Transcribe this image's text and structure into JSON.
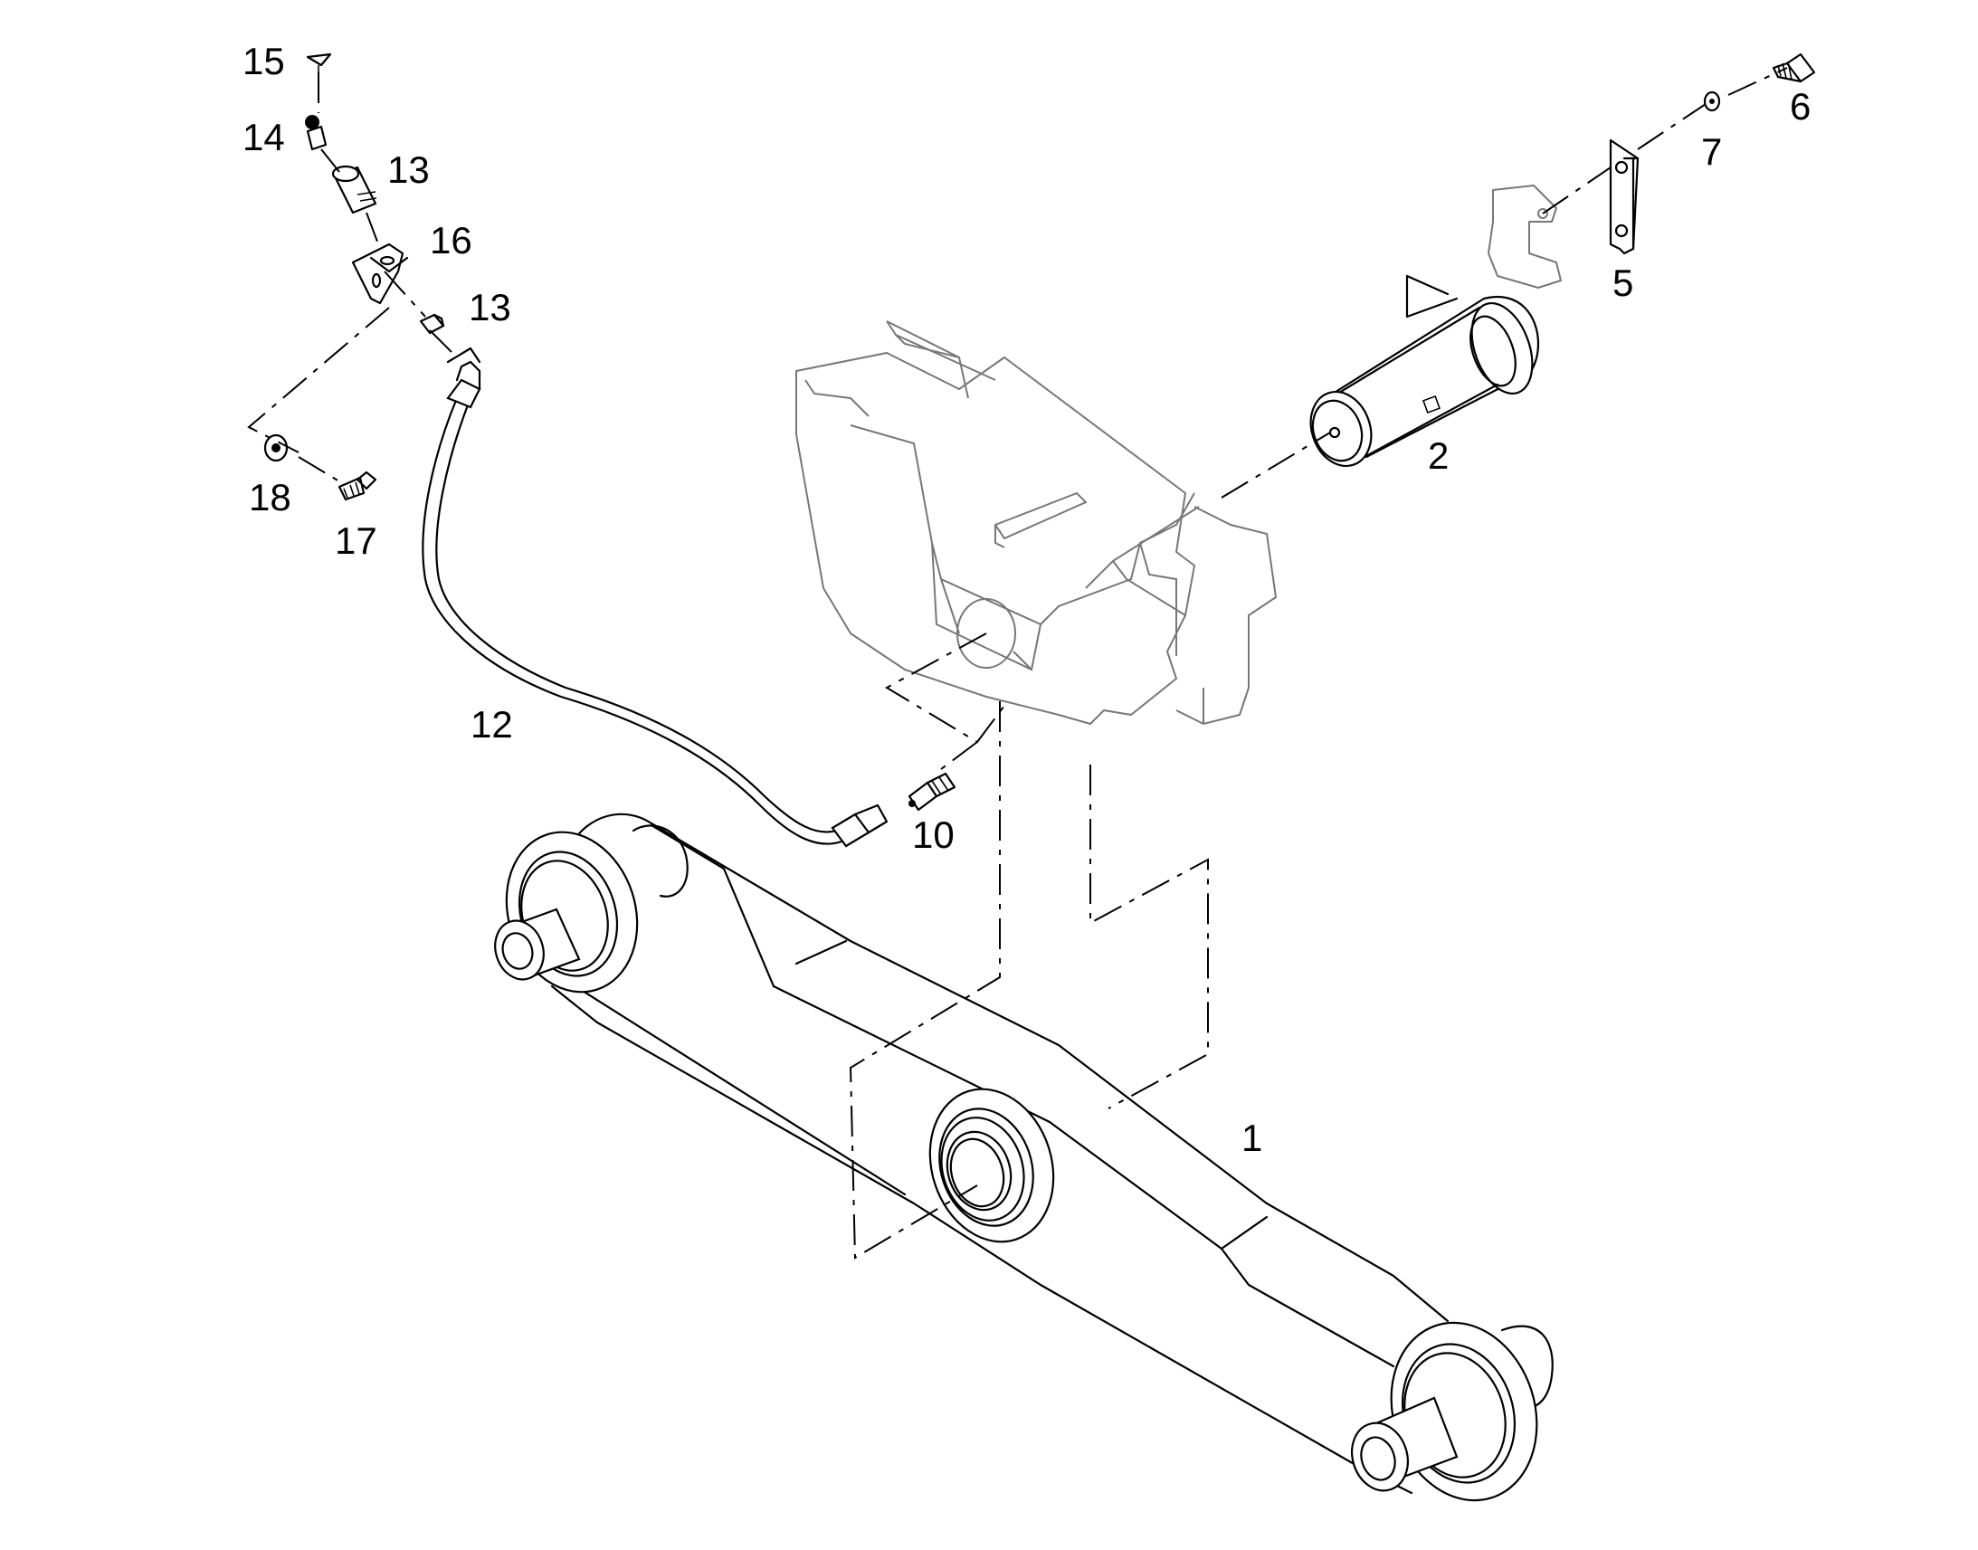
{
  "callouts": {
    "c1": "1",
    "c2": "2",
    "c5": "5",
    "c6": "6",
    "c7": "7",
    "c10": "10",
    "c12": "12",
    "c13a": "13",
    "c13b": "13",
    "c14": "14",
    "c15": "15",
    "c16": "16",
    "c17": "17",
    "c18": "18"
  }
}
